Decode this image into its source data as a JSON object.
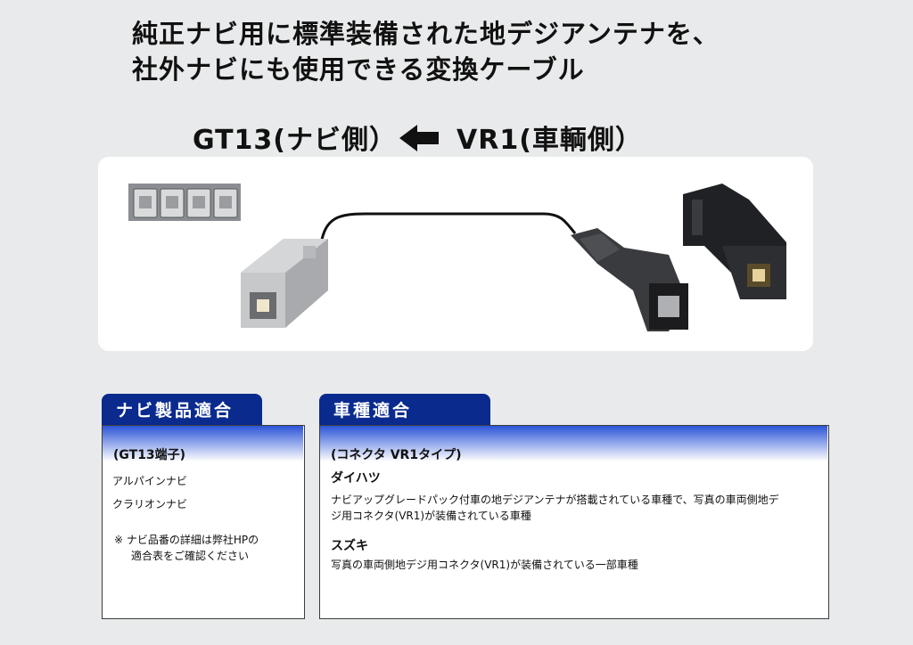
{
  "headline": {
    "line1": "純正ナビ用に標準装備された地デジアンテナを、",
    "line2": "社外ナビにも使用できる変換ケーブル"
  },
  "direction": {
    "left": "GT13(ナビ側）",
    "right": "VR1(車輌側）",
    "arrow_icon": "arrow-left-icon"
  },
  "nav_section": {
    "tab": "ナビ製品適合",
    "heading": "(GT13端子)",
    "items": [
      "アルパインナビ",
      "クラリオンナビ"
    ],
    "note_line1": "※ ナビ品番の詳細は弊社HPの",
    "note_line2": "適合表をご確認ください"
  },
  "car_section": {
    "tab": "車種適合",
    "heading": "(コネクタ VR1タイプ)",
    "maker1": "ダイハツ",
    "maker1_desc_line1": "ナビアップグレードパック付車の地デジアンテナが搭載されている車種で、写真の車両側地デ",
    "maker1_desc_line2": "ジ用コネクタ(VR1)が装備されている車種",
    "maker2": "スズキ",
    "maker2_desc": "写真の車両側地デジ用コネクタ(VR1)が装備されている一部車種"
  },
  "colors": {
    "tab_navy": "#0a2a8e",
    "gradient_blue": "#2c55d8",
    "background": "#e9eaeb"
  }
}
